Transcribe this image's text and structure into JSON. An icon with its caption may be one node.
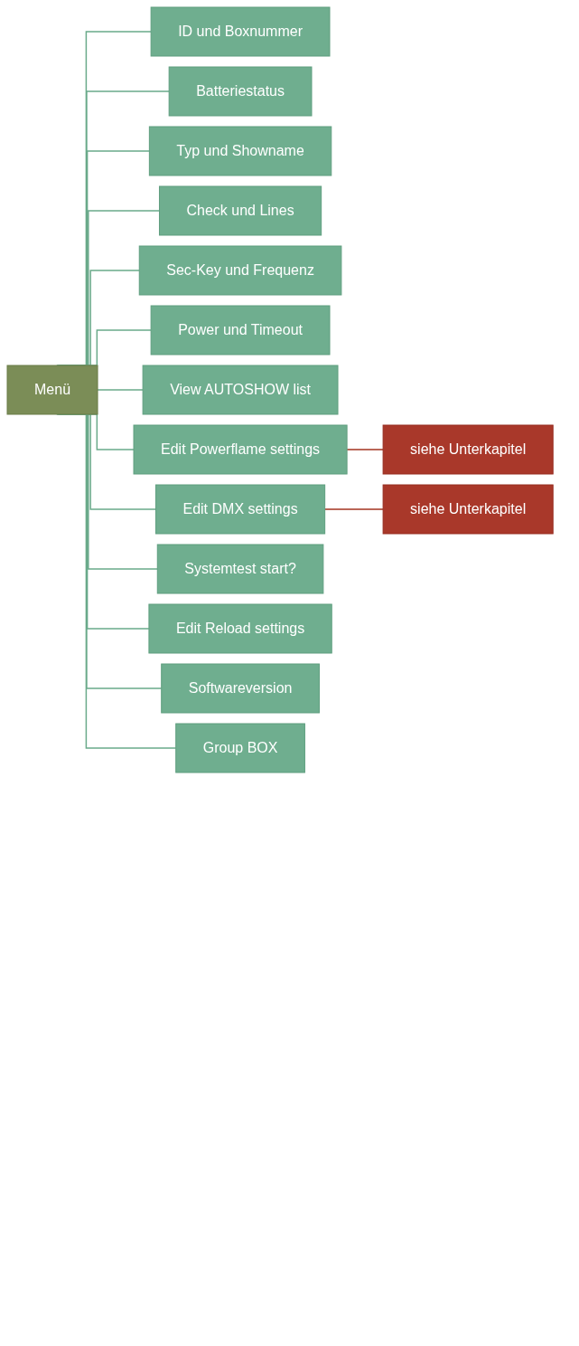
{
  "diagram": {
    "nodes": [
      {
        "text": [
          "Menü"
        ]
      },
      {
        "text": [
          "ID und Boxnummer"
        ]
      },
      {
        "text": [
          "Batteriestatus"
        ]
      },
      {
        "text": [
          "Typ und Showname"
        ]
      },
      {
        "text": [
          "Check und Lines"
        ]
      },
      {
        "text": [
          "Sec-Key und Frequenz"
        ]
      },
      {
        "text": [
          "Power und Timeout"
        ]
      },
      {
        "text": [
          "View AUTOSHOW list"
        ]
      },
      {
        "text": [
          "Edit Powerflame settings"
        ]
      },
      {
        "text": [
          "siehe Unterkapitel"
        ]
      },
      {
        "text": [
          "Edit DMX settings"
        ]
      },
      {
        "text": [
          "siehe Unterkapitel"
        ]
      },
      {
        "text": [
          "Systemtest start?"
        ]
      },
      {
        "text": [
          "Edit Reload settings"
        ]
      },
      {
        "text": [
          "Softwareversion"
        ]
      },
      {
        "text": [
          "Group BOX"
        ]
      }
    ],
    "edges": [
      {
        "from": 0,
        "to": 1,
        "arrow": "none"
      },
      {
        "from": 0,
        "to": 2,
        "arrow": "none"
      },
      {
        "from": 0,
        "to": 3,
        "arrow": "none"
      },
      {
        "from": 0,
        "to": 4,
        "arrow": "none"
      },
      {
        "from": 0,
        "to": 5,
        "arrow": "none"
      },
      {
        "from": 0,
        "to": 6,
        "arrow": "none"
      },
      {
        "from": 0,
        "to": 7,
        "arrow": "none"
      },
      {
        "from": 0,
        "to": 8,
        "arrow": "none"
      },
      {
        "from": 8,
        "to": 9,
        "arrow": "none",
        "color": "#a3331f"
      },
      {
        "from": 0,
        "to": 10,
        "arrow": "none"
      },
      {
        "from": 10,
        "to": 11,
        "arrow": "none",
        "color": "#a3331f"
      },
      {
        "from": 0,
        "to": 12,
        "arrow": "none"
      },
      {
        "from": 0,
        "to": 13,
        "arrow": "none"
      },
      {
        "from": 0,
        "to": 14,
        "arrow": "none"
      },
      {
        "from": 0,
        "to": 15,
        "arrow": "none"
      }
    ]
  }
}
